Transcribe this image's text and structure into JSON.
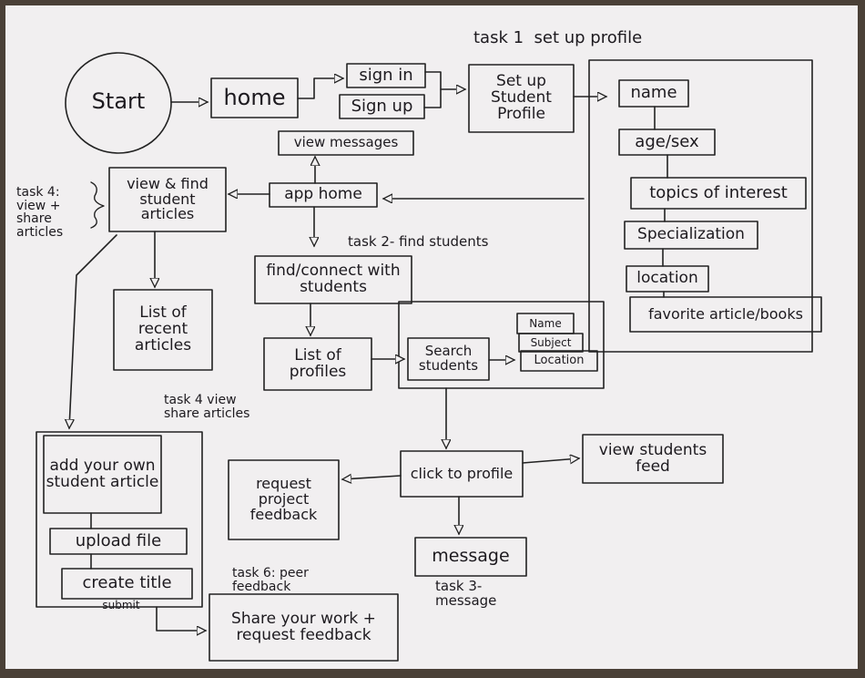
{
  "nodes": {
    "start": "Start",
    "home": "home",
    "sign_in": "sign in",
    "sign_up": "Sign up",
    "set_up_profile": "Set up Student Profile",
    "name": "name",
    "age_sex": "age/sex",
    "topics": "topics of interest",
    "specialization": "Specialization",
    "location": "location",
    "favorite": "favorite article/books",
    "view_messages": "view messages",
    "app_home": "app home",
    "view_find_articles": "view & find student articles",
    "list_recent_articles": "List of recent articles",
    "find_connect": "find/connect with students",
    "list_profiles": "List of profiles",
    "search_students": "Search students",
    "filter_name": "Name",
    "filter_subject": "Subject",
    "filter_location": "Location",
    "click_profile": "click to profile",
    "request_feedback": "request project feedback",
    "view_feed": "view students feed",
    "message": "message",
    "add_article": "add your own student article",
    "upload_file": "upload file",
    "create_title": "create title",
    "submit": "submit",
    "share_work": "Share your work + request feedback"
  },
  "notes": {
    "task1": "task 1  set up profile",
    "task2": "task 2- find students",
    "task3": "task 3- message",
    "task4_side": "task 4: view + share articles",
    "task4_lower": "task 4 view share articles",
    "task6": "task 6: peer feedback"
  }
}
